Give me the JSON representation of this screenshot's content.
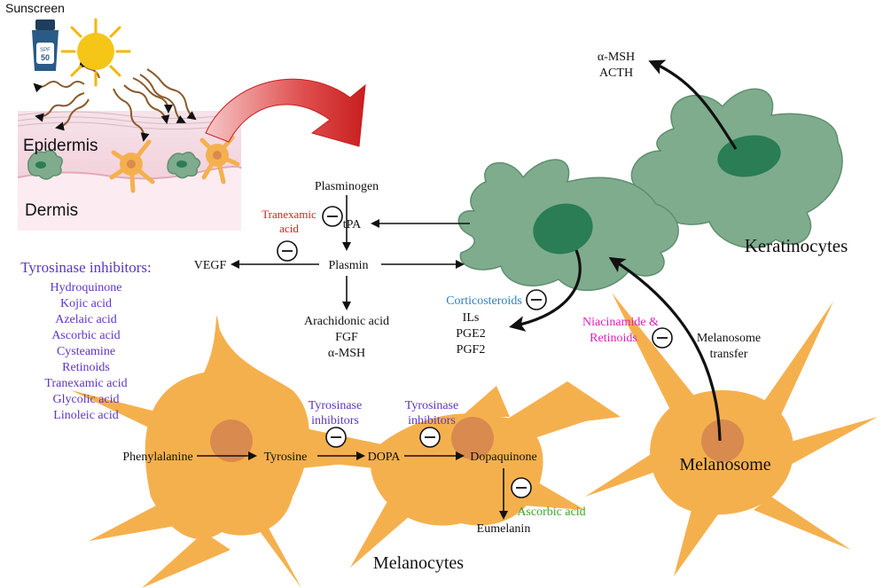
{
  "skin_inset": {
    "sunscreen_label": "Sunscreen",
    "spf_text": "SPF",
    "spf_value": "50",
    "epidermis_label": "Epidermis",
    "dermis_label": "Dermis"
  },
  "pathway": {
    "plasminogen": "Plasminogen",
    "tpa": "tPA",
    "tranexamic_line1": "Tranexamic",
    "tranexamic_line2": "acid",
    "plasmin": "Plasmin",
    "vegf": "VEGF",
    "products_line1": "Arachidonic acid",
    "products_line2": "FGF",
    "products_line3": "α-MSH"
  },
  "tyrosinase_inhibitors": {
    "title": "Tyrosinase inhibitors:",
    "items": [
      "Hydroquinone",
      "Kojic acid",
      "Azelaic acid",
      "Ascorbic acid",
      "Cysteamine",
      "Retinoids",
      "Tranexamic acid",
      "Glycolic acid",
      "Linoleic acid"
    ]
  },
  "keratinocytes": {
    "label": "Keratinocytes",
    "hormones_line1": "α-MSH",
    "hormones_line2": "ACTH",
    "corticosteroids": "Corticosteroids",
    "mediators_line1": "ILs",
    "mediators_line2": "PGE2",
    "mediators_line3": "PGF2"
  },
  "melanosome_transfer": {
    "niacinamide_line1": "Niacinamide &",
    "niacinamide_line2": "Retinoids",
    "transfer_line1": "Melanosome",
    "transfer_line2": "transfer"
  },
  "melanogenesis": {
    "phenylalanine": "Phenylalanine",
    "tyrosine": "Tyrosine",
    "dopa": "DOPA",
    "dopaquinone": "Dopaquinone",
    "eumelanin": "Eumelanin",
    "inhibitor1_line1": "Tyrosinase",
    "inhibitor1_line2": "inhibitors",
    "inhibitor2_line1": "Tyrosinase",
    "inhibitor2_line2": "inhibitors",
    "ascorbic_acid": "Ascorbic acid",
    "melanosome": "Melanosome",
    "melanocytes": "Melanocytes"
  },
  "colors": {
    "tranexamic": "#e0201f",
    "inhibitors": "#5b35c9",
    "corticosteroids": "#2f7fc1",
    "niacinamide": "#e01fc0",
    "ascorbic": "#3aa62a",
    "keratinocyte": "#7fac8d",
    "melanocyte": "#f5b04e",
    "nucleus_ker": "#2a7d55",
    "nucleus_mel": "#d98a4e"
  }
}
